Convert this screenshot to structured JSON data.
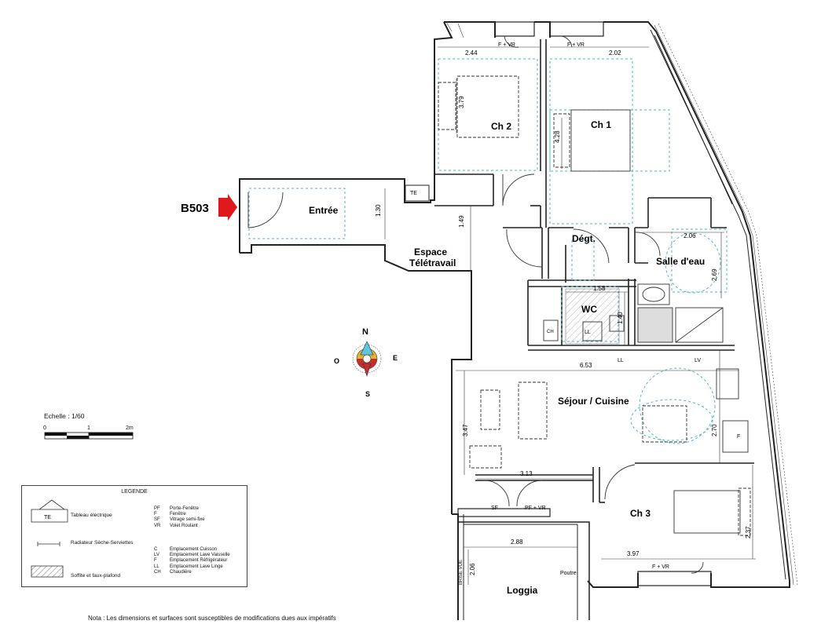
{
  "unit_ref": "B503",
  "rooms": {
    "entree": "Entrée",
    "espace": "Espace",
    "teletravail": "Télétravail",
    "ch1": "Ch 1",
    "ch2": "Ch 2",
    "ch3": "Ch 3",
    "degt": "Dégt.",
    "salle_eau": "Salle d'eau",
    "wc": "WC",
    "sejour": "Séjour / Cuisine",
    "loggia": "Loggia"
  },
  "dimensions": {
    "d244": "2.44",
    "d202": "2.02",
    "d379": "3.79",
    "d428": "4.28",
    "d130": "1.30",
    "d149": "1.49",
    "d206": "2.06",
    "d269": "2.69",
    "d158": "1.58",
    "d140": "1.40",
    "d653": "6.53",
    "d347": "3.47",
    "d270": "2.70",
    "d313": "3.13",
    "d288": "2.88",
    "d206b": "2.06",
    "d397": "3.97",
    "d237": "2.37"
  },
  "fixture_labels": {
    "te": "TE",
    "ll": "LL",
    "lv": "LV",
    "f": "F",
    "ch": "CH",
    "fvr_top1": "F + VR",
    "fvr_top2": "F + VR",
    "fvr_ch3": "F + VR",
    "sf": "SF",
    "pfvr": "PF + VR",
    "poutre": "Poutre",
    "brise_vue": "BRISE VUE"
  },
  "compass": {
    "n": "N",
    "s": "S",
    "e": "E",
    "o": "O"
  },
  "scale": {
    "label": "Echelle : 1/60",
    "t0": "0",
    "t1": "1",
    "t2": "2m"
  },
  "legend": {
    "title": "LEGENDE",
    "te_icon": "TE",
    "tableau": "Tableau électrique",
    "radiateur": "Radiateur Sèche-Serviettes",
    "soffite": "Soffite et faux-plafond",
    "codes1": [
      "PF",
      "F",
      "SF",
      "VR"
    ],
    "descs1": [
      "Porte-Fenêtre",
      "Fenêtre",
      "Vitrage semi-fixe",
      "Volet Roulant"
    ],
    "codes2": [
      "C",
      "LV",
      "F",
      "LL",
      "CH"
    ],
    "descs2": [
      "Emplacement Cuisson",
      "Emplacement  Lave Vaisselle",
      "Emplacement  Réfrigérateur",
      "Emplacement Lave Linge",
      "Chaudière"
    ]
  },
  "note": "Nota : Les dimensions et surfaces sont susceptibles de modifications dues aux impératifs",
  "colors": {
    "arrow": "#e0191b",
    "dashed": "#4fb3d9",
    "wall": "#222222",
    "compass_n": "#5ec6df",
    "compass_ring": "#e2b531",
    "compass_s": "#c2302e"
  }
}
